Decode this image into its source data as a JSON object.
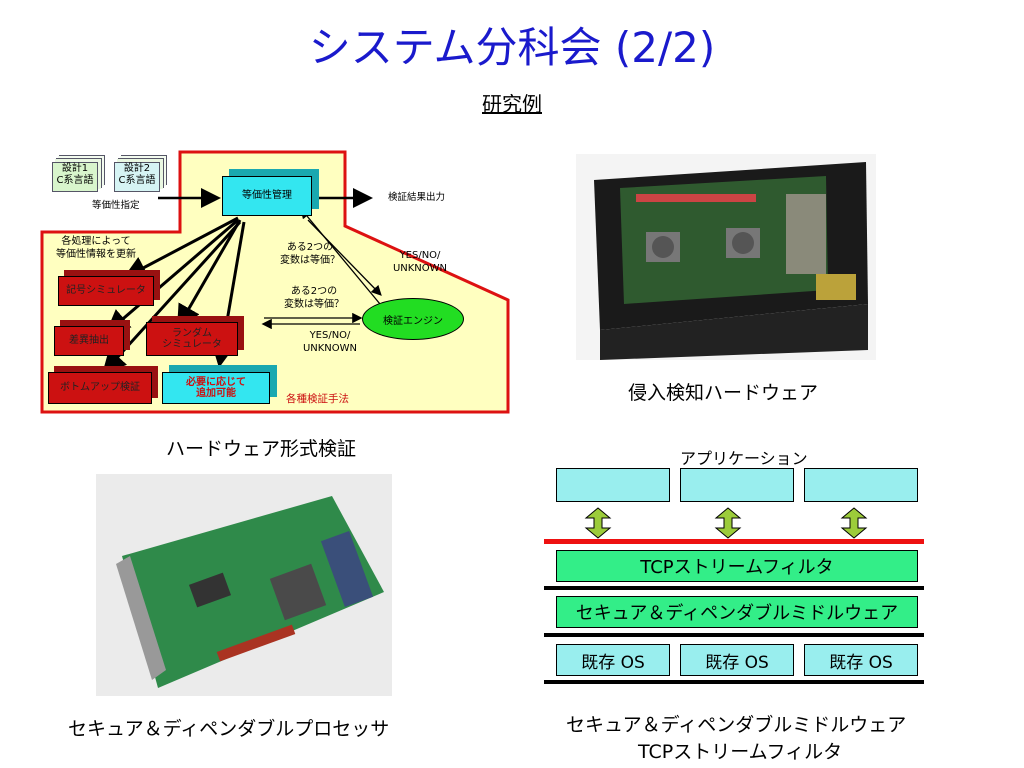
{
  "title": "システム分科会 (2/2)",
  "subtitle": "研究例",
  "diagram": {
    "doc1": [
      "設計1",
      "C系言語"
    ],
    "doc2": [
      "設計2",
      "C系言語"
    ],
    "equiv_spec": "等価性指定",
    "equiv_mgmt": "等価性管理",
    "result_out": "検証結果出力",
    "update_note": [
      "各処理によって",
      "等価性情報を更新"
    ],
    "symbolic_sim": "記号シミュレータ",
    "diff_extract": "差異抽出",
    "random_sim": [
      "ランダム",
      "シミュレータ"
    ],
    "bottom_up": "ボトムアップ検証",
    "add_as_needed": [
      "必要に応じて",
      "追加可能"
    ],
    "q1": [
      "ある2つの",
      "変数は等価？"
    ],
    "q2": [
      "ある2つの",
      "変数は等価？"
    ],
    "answer1": [
      "YES/NO/",
      "UNKNOWN"
    ],
    "answer2": [
      "YES/NO/",
      "UNKNOWN"
    ],
    "engine": "検証エンジン",
    "methods": "各種検証手法"
  },
  "captions": {
    "hw_formal": "ハードウェア形式検証",
    "intrusion": "侵入検知ハードウェア",
    "processor": "セキュア＆ディペンダブルプロセッサ",
    "middleware_1": "セキュア＆ディペンダブルミドルウェア",
    "middleware_2": "TCPストリームフィルタ"
  },
  "stack": {
    "app_label": "アプリケーション",
    "tcp_filter": "TCPストリームフィルタ",
    "middleware": "セキュア＆ディペンダブルミドルウェア",
    "os": [
      "既存 OS",
      "既存 OS",
      "既存 OS"
    ]
  },
  "colors": {
    "title": "#1a1acc",
    "red_border": "#dd1111",
    "diagram_bg": "#ffffc0",
    "layer_green": "#33ee88",
    "app_cyan": "#99eeee"
  }
}
